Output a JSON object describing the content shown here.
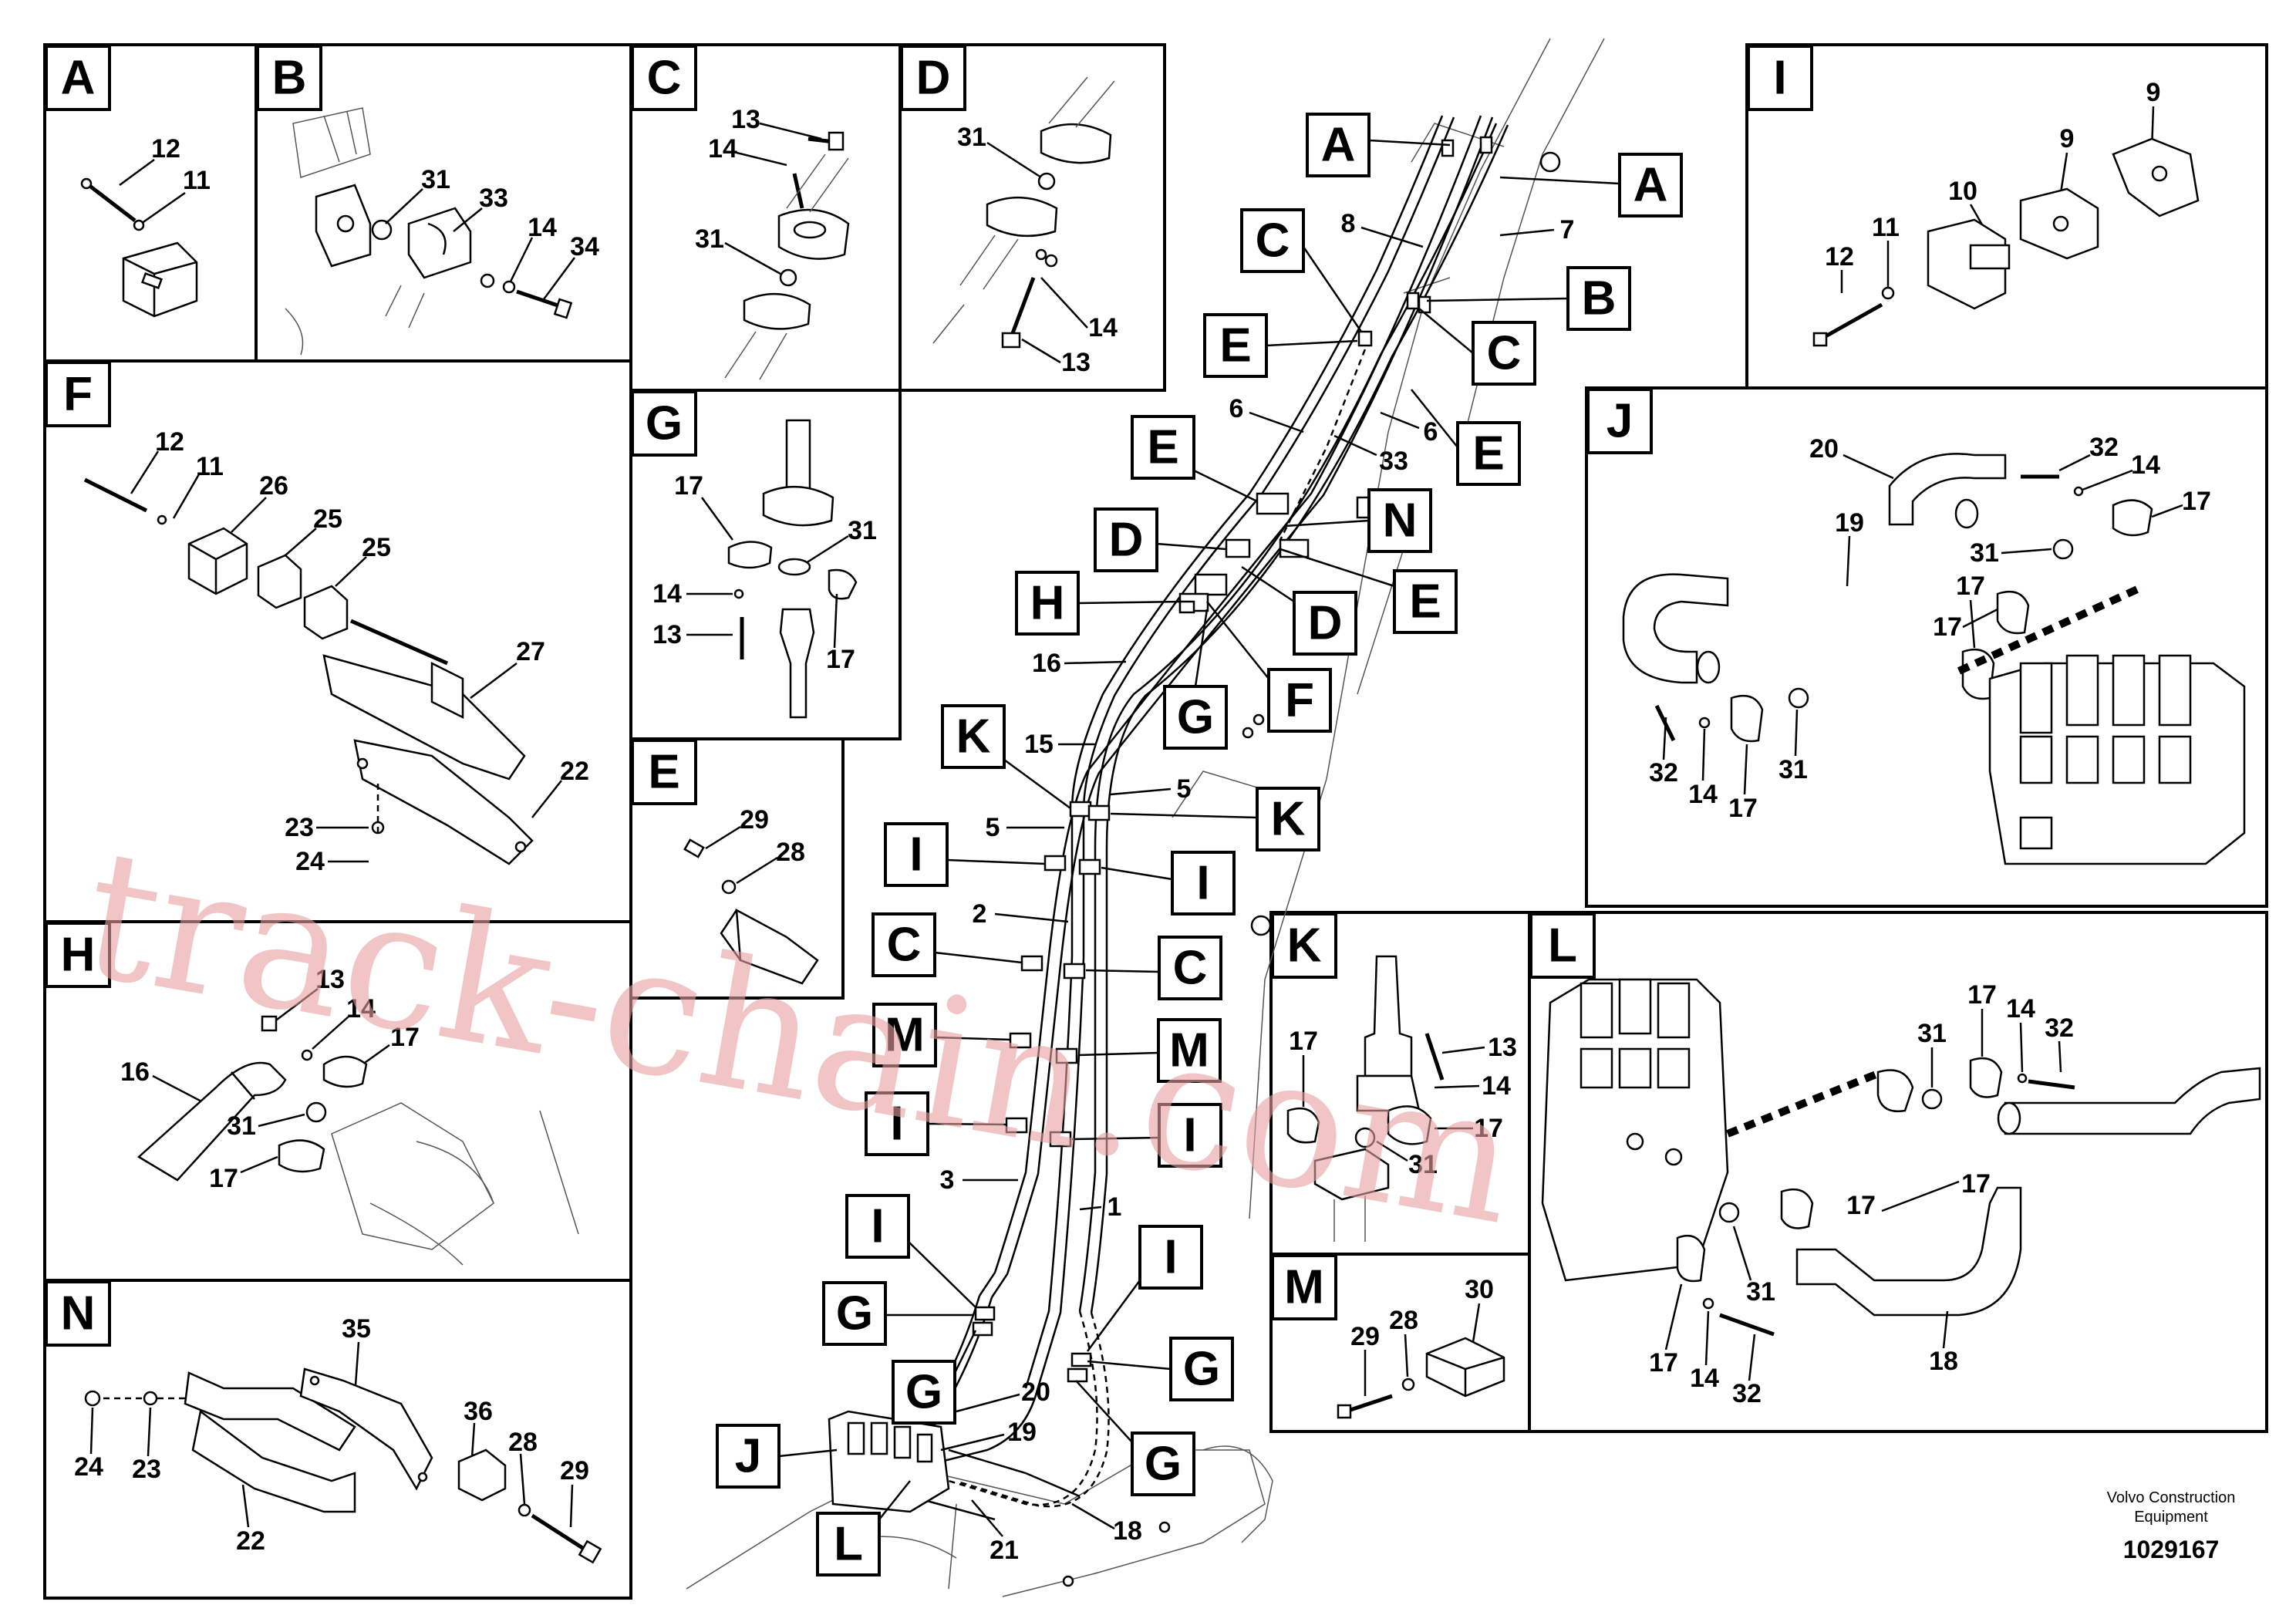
{
  "footer": {
    "company_line1": "Volvo Construction",
    "company_line2": "Equipment",
    "document_number": "1029167"
  },
  "watermark": "track-chain.com",
  "panels": {
    "A": {
      "label": "A",
      "callouts": [
        "12",
        "11"
      ]
    },
    "B": {
      "label": "B",
      "callouts": [
        "31",
        "33",
        "14",
        "34"
      ]
    },
    "C": {
      "label": "C",
      "callouts": [
        "13",
        "14",
        "31"
      ]
    },
    "D": {
      "label": "D",
      "callouts": [
        "31",
        "14",
        "13"
      ]
    },
    "E": {
      "label": "E",
      "callouts": [
        "29",
        "28"
      ]
    },
    "F": {
      "label": "F",
      "callouts": [
        "12",
        "11",
        "26",
        "25",
        "25",
        "27",
        "22",
        "23",
        "24"
      ]
    },
    "G": {
      "label": "G",
      "callouts": [
        "17",
        "31",
        "14",
        "13",
        "17"
      ]
    },
    "H": {
      "label": "H",
      "callouts": [
        "13",
        "14",
        "17",
        "16",
        "31",
        "17"
      ]
    },
    "I": {
      "label": "I",
      "callouts": [
        "9",
        "9",
        "10",
        "11",
        "12"
      ]
    },
    "J": {
      "label": "J",
      "callouts": [
        "20",
        "32",
        "14",
        "17",
        "19",
        "31",
        "17",
        "17",
        "32",
        "14",
        "17",
        "31"
      ]
    },
    "K": {
      "label": "K",
      "callouts": [
        "17",
        "13",
        "14",
        "17",
        "31"
      ]
    },
    "L": {
      "label": "L",
      "callouts": [
        "31",
        "17",
        "14",
        "32",
        "17",
        "17",
        "31",
        "17",
        "14",
        "32",
        "18"
      ]
    },
    "M": {
      "label": "M",
      "callouts": [
        "29",
        "28",
        "30"
      ]
    },
    "N": {
      "label": "N",
      "callouts": [
        "35",
        "24",
        "23",
        "36",
        "28",
        "29",
        "22"
      ]
    }
  },
  "main_view": {
    "tags": [
      "A",
      "A",
      "C",
      "B",
      "E",
      "C",
      "E",
      "E",
      "N",
      "D",
      "E",
      "H",
      "D",
      "G",
      "F",
      "K",
      "K",
      "I",
      "I",
      "C",
      "C",
      "M",
      "M",
      "I",
      "I",
      "I",
      "I",
      "G",
      "G",
      "G",
      "G",
      "J",
      "L"
    ],
    "callouts": [
      "8",
      "7",
      "6",
      "6",
      "33",
      "16",
      "15",
      "5",
      "5",
      "2",
      "3",
      "1",
      "20",
      "19",
      "21",
      "18"
    ]
  }
}
